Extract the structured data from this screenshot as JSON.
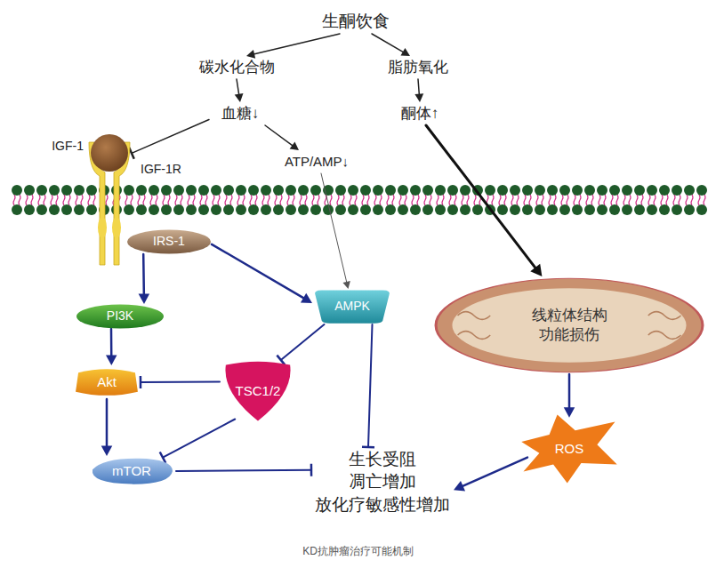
{
  "diagram": {
    "caption": "KD抗肿瘤治疗可能机制",
    "nodes": [
      {
        "text": [
          "生酮饮食"
        ]
      },
      {
        "text": [
          "碳水化合物"
        ]
      },
      {
        "text": [
          "脂肪氧化"
        ]
      },
      {
        "text": [
          "血糖↓"
        ]
      },
      {
        "text": [
          "酮体↑"
        ]
      },
      {
        "text": [
          "IGF-1",
          "IGF-1R"
        ]
      },
      {
        "text": [
          "ATP/AMP↓"
        ]
      },
      {
        "text": [
          "IRS-1"
        ]
      },
      {
        "text": [
          "PI3K"
        ]
      },
      {
        "text": [
          "AMPK"
        ]
      },
      {
        "text": [
          "线粒体结构 功能损伤"
        ]
      },
      {
        "text": [
          "Akt"
        ]
      },
      {
        "text": [
          "TSC1/2"
        ]
      },
      {
        "text": [
          "mTOR"
        ]
      },
      {
        "text": [
          "生长受阻 凋亡增加 放化疗敏感性增加"
        ]
      },
      {
        "text": [
          "ROS"
        ]
      }
    ],
    "edges": [
      {
        "from": 0,
        "to": 1,
        "arrow": "to"
      },
      {
        "from": 0,
        "to": 2,
        "arrow": "to"
      },
      {
        "from": 1,
        "to": 3,
        "arrow": "to"
      },
      {
        "from": 2,
        "to": 4,
        "arrow": "to"
      },
      {
        "from": 3,
        "to": 5,
        "arrow": "to"
      },
      {
        "from": 3,
        "to": 6,
        "arrow": "to"
      },
      {
        "from": 4,
        "to": 10,
        "arrow": "to"
      },
      {
        "from": 6,
        "to": 9,
        "arrow": "to"
      },
      {
        "from": 7,
        "to": 8,
        "arrow": "to"
      },
      {
        "from": 7,
        "to": 9,
        "arrow": "to"
      },
      {
        "from": 8,
        "to": 11,
        "arrow": "to"
      },
      {
        "from": 11,
        "to": 13,
        "arrow": "to"
      },
      {
        "from": 9,
        "to": 12,
        "arrow": "to"
      },
      {
        "from": 12,
        "to": 11,
        "arrow": "to"
      },
      {
        "from": 12,
        "to": 13,
        "arrow": "to"
      },
      {
        "from": 9,
        "to": 14,
        "arrow": "to"
      },
      {
        "from": 13,
        "to": 14,
        "arrow": "to"
      },
      {
        "from": 10,
        "to": 15,
        "arrow": "to"
      },
      {
        "from": 15,
        "to": 14,
        "arrow": "to"
      }
    ]
  }
}
